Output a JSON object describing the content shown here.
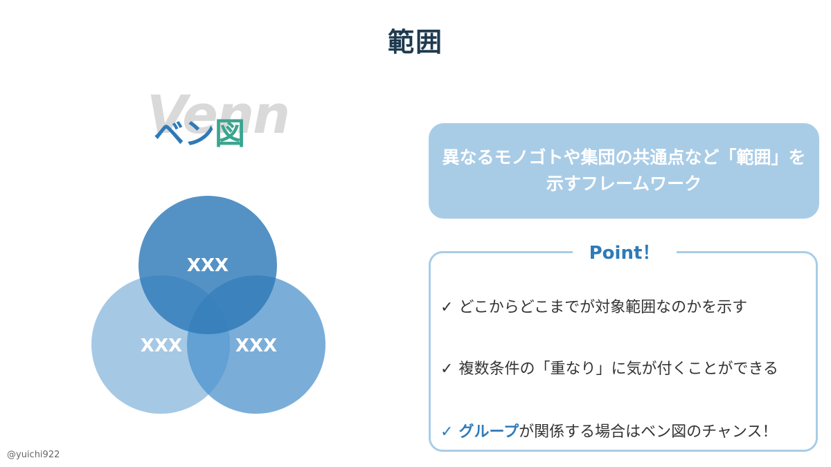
{
  "title": "範囲",
  "venn_label": {
    "background_text": "Venn",
    "kana": "ベン",
    "kanji": "図"
  },
  "diagram": {
    "circles": [
      {
        "label": "XXX",
        "color": "#2e7ab8"
      },
      {
        "label": "XXX",
        "color": "#7fb0da"
      },
      {
        "label": "XXX",
        "color": "#4e93cc"
      }
    ]
  },
  "summary": {
    "line1": "異なるモノゴトや集団の共通点など「範囲」を",
    "line2": "示すフレームワーク"
  },
  "point": {
    "title": "Point！",
    "check": "✓",
    "items": [
      {
        "text": "どこからどこまでが対象範囲なのかを示す"
      },
      {
        "text": "複数条件の「重なり」に気が付くことができる"
      },
      {
        "highlight": "グループ",
        "text": "が関係する場合はベン図のチャンス！"
      }
    ]
  },
  "credit": "@yuichi922"
}
